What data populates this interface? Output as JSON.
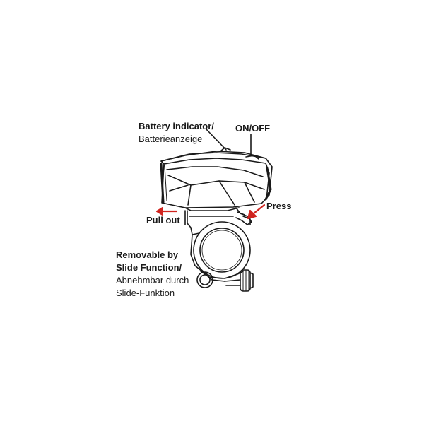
{
  "labels": {
    "battery_indicator": {
      "line1": "Battery indicator/",
      "line2": "Batterieanzeige"
    },
    "on_off": "ON/OFF",
    "press": "Press",
    "pull_out": "Pull out",
    "removable": {
      "line1": "Removable by",
      "line2": "Slide Function/",
      "line3": "Abnehmbar durch",
      "line4": "Slide-Funktion"
    }
  },
  "colors": {
    "line": "#1a1a1a",
    "arrow": "#d0241f",
    "background": "#ffffff"
  },
  "icons": {
    "press_arrow": "arrow-down-left",
    "pull_out_arrow": "arrow-left"
  }
}
